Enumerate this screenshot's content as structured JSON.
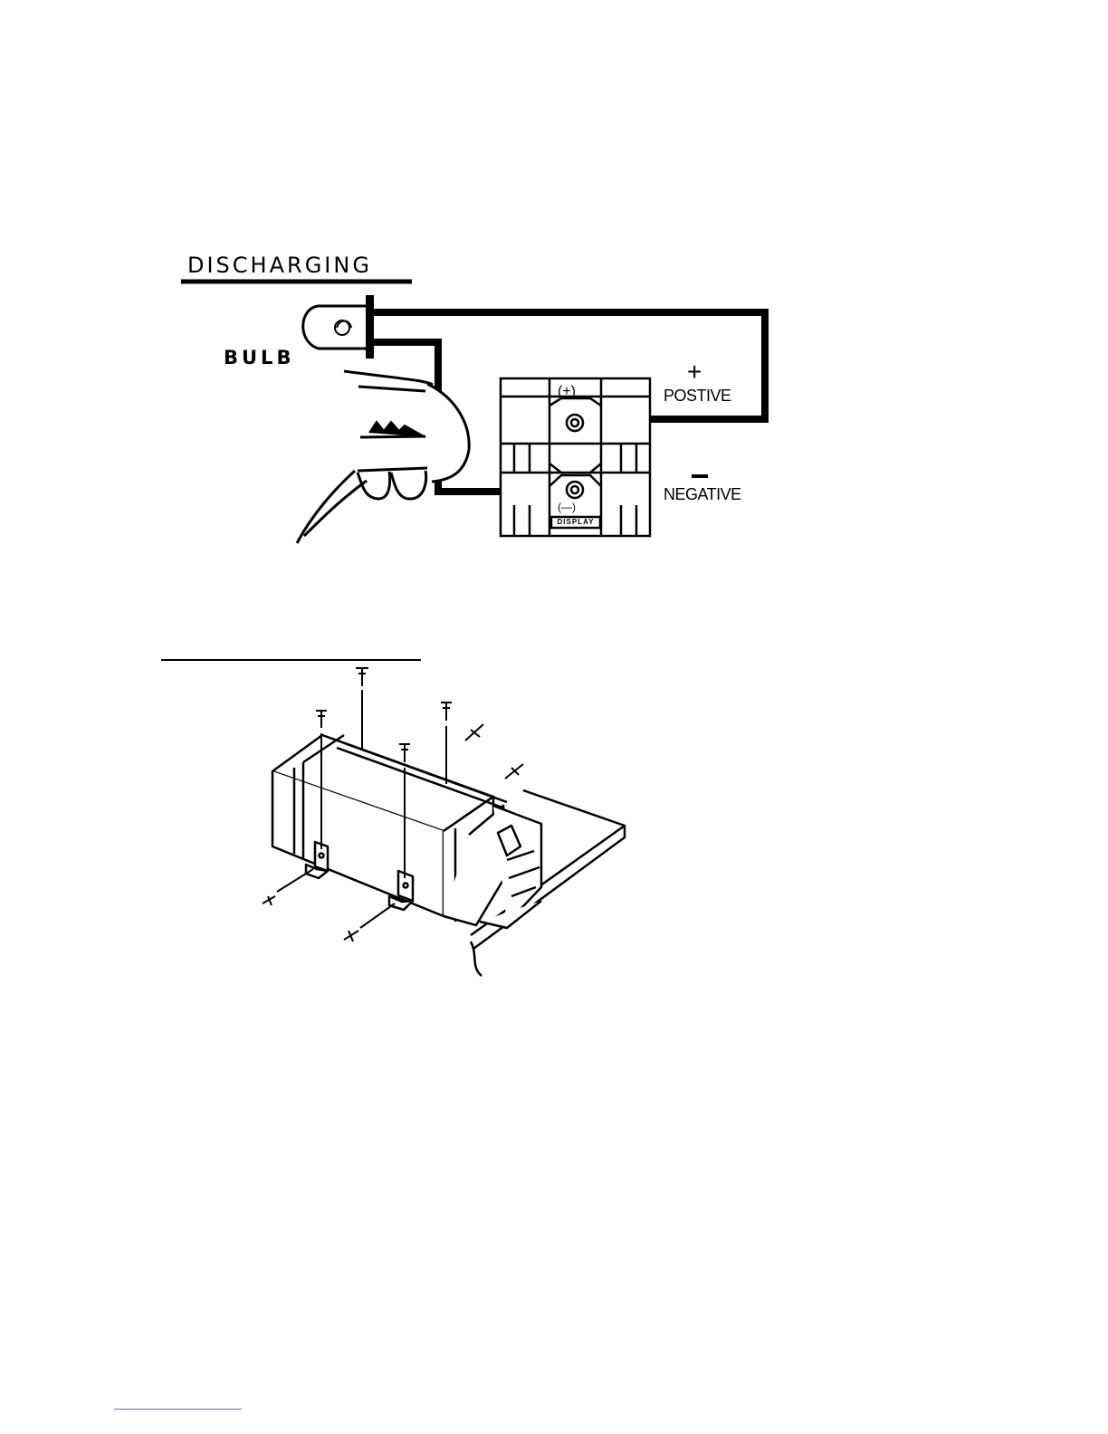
{
  "discharging": {
    "title": "DISCHARGING",
    "bulb_label": "BULB",
    "positive_symbol": "+",
    "positive_label": "POSTIVE",
    "negative_label": "NEGATIVE",
    "terminal_plus": "(+)",
    "terminal_minus": "(—)",
    "battery_label": "DISPLAY"
  },
  "mounting": {
    "title": ""
  },
  "colors": {
    "ink": "#000000",
    "paper": "#ffffff",
    "footer_rule": "#6a6aaa"
  }
}
